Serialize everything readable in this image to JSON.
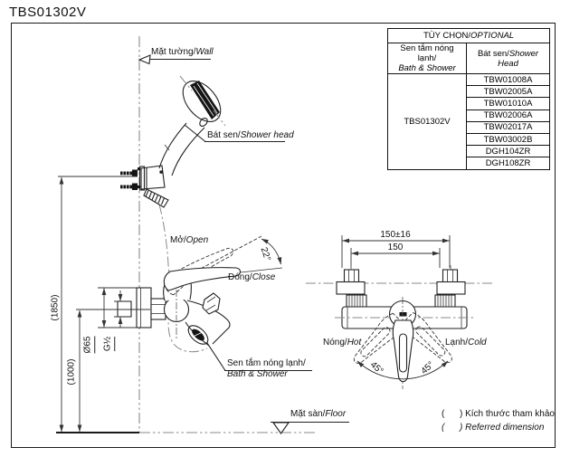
{
  "title": "TBS01302V",
  "table": {
    "header": {
      "prefix": "TÙY CHỌN/",
      "italic": "OPTIONAL"
    },
    "col1": {
      "prefix": "Sen tắm nóng lạnh/",
      "italic": "Bath & Shower"
    },
    "col2": {
      "prefix": "Bát sen/",
      "italic": "Shower Head"
    },
    "model": "TBS01302V",
    "rows": [
      "TBW01008A",
      "TBW02005A",
      "TBW01010A",
      "TBW02006A",
      "TBW02017A",
      "TBW03002B",
      "DGH104ZR",
      "DGH108ZR"
    ]
  },
  "labels": {
    "wall": {
      "prefix": "Mặt tường/",
      "italic": "Wall"
    },
    "shower_head": {
      "prefix": "Bát sen/",
      "italic": "Shower head"
    },
    "open": {
      "prefix": "Mở/",
      "italic": "Open"
    },
    "close": {
      "prefix": "Đóng/",
      "italic": "Close"
    },
    "bath_shower": {
      "prefix": "Sen tắm nóng lạnh/",
      "italic": "Bath & Shower"
    },
    "floor": {
      "prefix": "Mặt sàn/",
      "italic": "Floor"
    },
    "hot": {
      "prefix": "Nóng/",
      "italic": "Hot"
    },
    "cold": {
      "prefix": "Lạnh/",
      "italic": "Cold"
    }
  },
  "dimensions": {
    "height_shower_holder": "(1850)",
    "height_faucet": "(1000)",
    "flange_diameter": "Ø65",
    "thread_size": "G½",
    "spacing_tolerance": "150±16",
    "spacing": "150",
    "open_angle": "22°",
    "swing_left": "45°",
    "swing_right": "45°"
  },
  "note": {
    "line1_vi": "(      ) Kích thước tham khảo",
    "line2_en": "(      ) Referred dimension"
  },
  "colors": {
    "line": "#1a1a1a",
    "centerline": "#8a8a8a",
    "text": "#111111"
  }
}
